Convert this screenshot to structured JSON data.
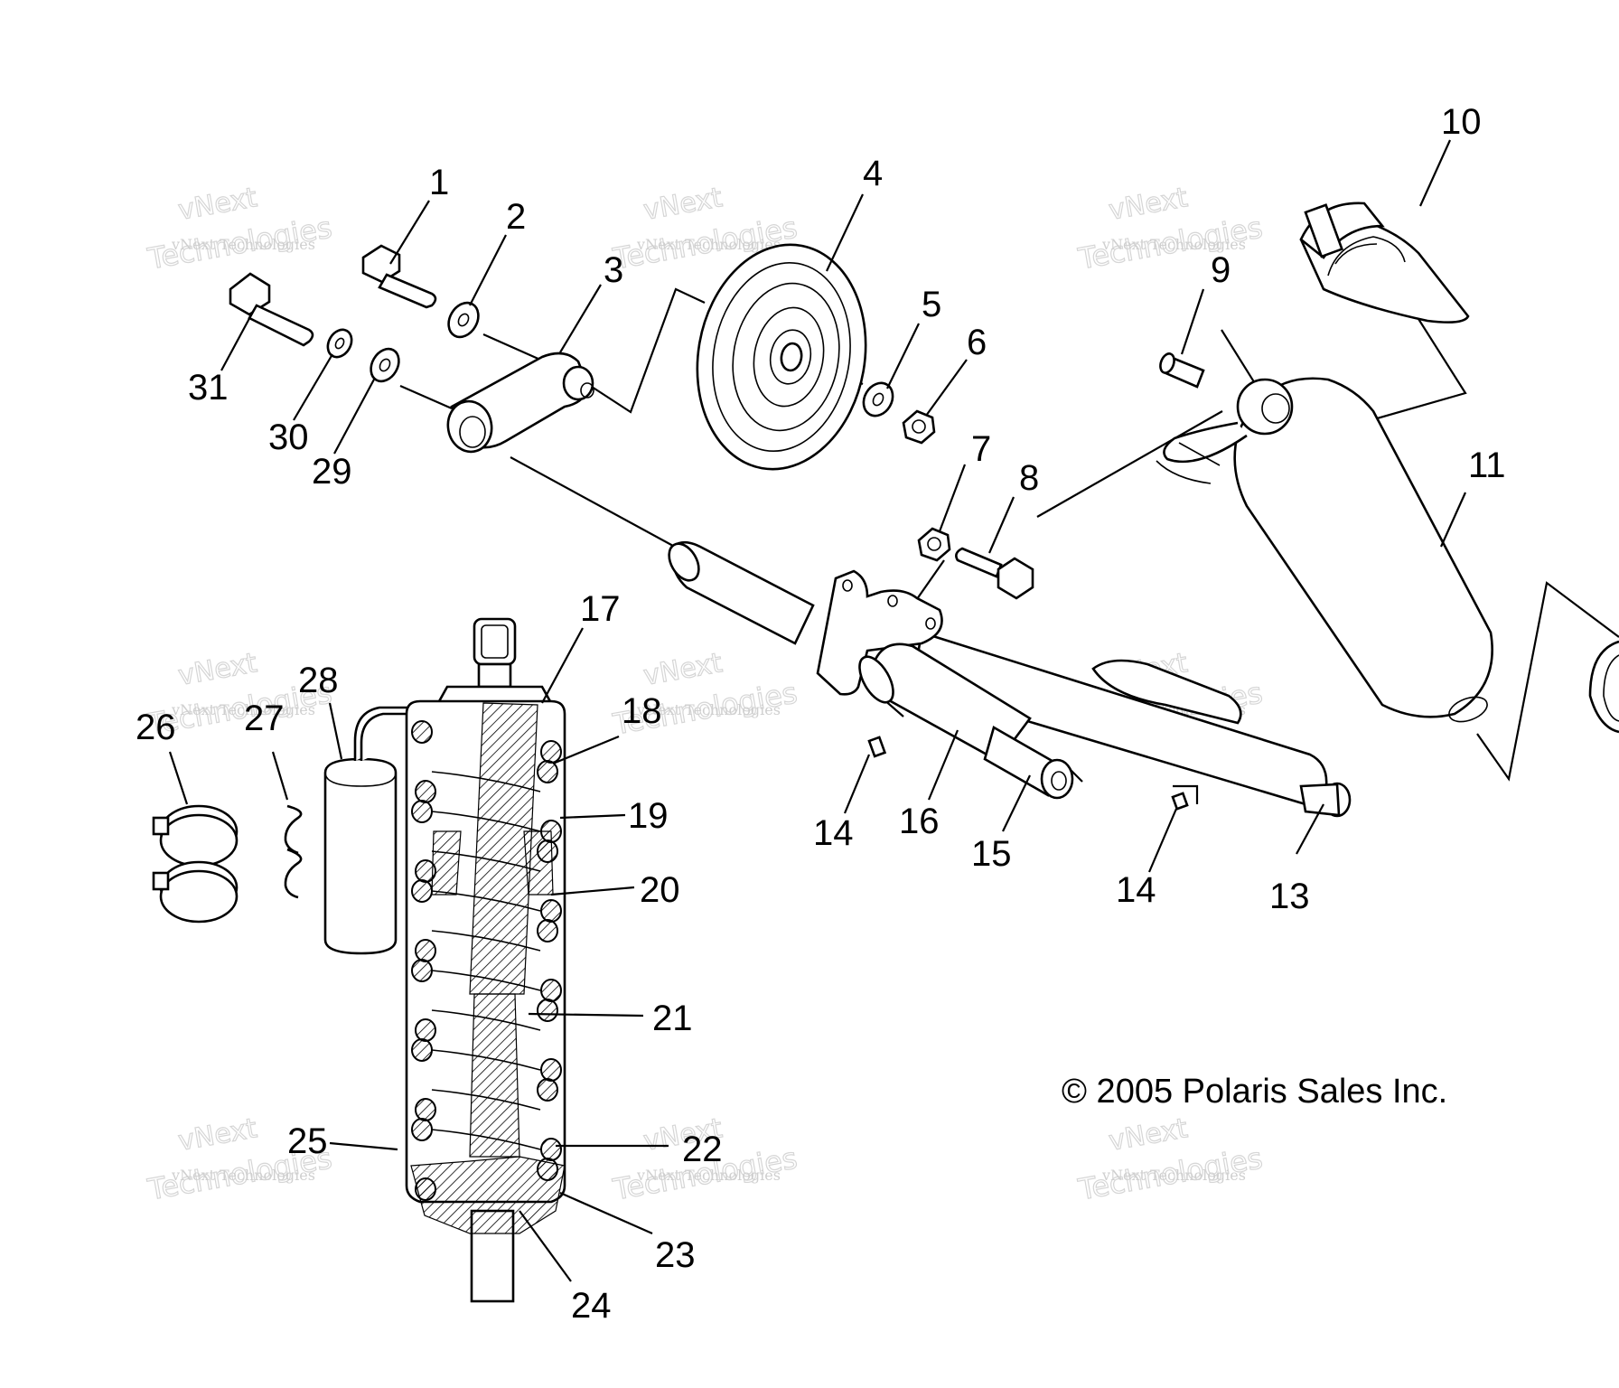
{
  "diagram": {
    "callouts": [
      "1",
      "2",
      "3",
      "4",
      "5",
      "6",
      "7",
      "8",
      "9",
      "10",
      "11",
      "13",
      "14",
      "14",
      "15",
      "16",
      "17",
      "18",
      "19",
      "20",
      "21",
      "22",
      "23",
      "24",
      "25",
      "26",
      "27",
      "28",
      "29",
      "30",
      "31"
    ],
    "copyright": "© 2005 Polaris Sales Inc.",
    "watermark": {
      "line1": "vNext",
      "line2": "Technologies",
      "small": "vNext Technologies"
    }
  }
}
